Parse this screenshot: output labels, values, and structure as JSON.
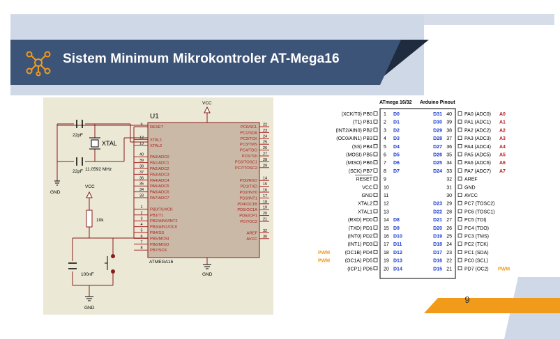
{
  "title": "Sistem Minimum Mikrokontroler AT-Mega16",
  "page_number": "9",
  "colors": {
    "title_band": "#3c5478",
    "accent_orange": "#f29a1a",
    "schematic_bg": "#ebe8d6",
    "ic_fill": "#c9b9a6",
    "pin_red": "#b21e1e",
    "pin_blue": "#1a3bd0"
  },
  "schematic": {
    "u1_label": "U1",
    "chip_name": "ATMEGA16",
    "vcc_labels": [
      "VCC",
      "VCC"
    ],
    "gnd_labels": [
      "GND",
      "GND",
      "GND"
    ],
    "crystal_label": "XTAL",
    "crystal_freq": "11.0592 MHz",
    "cap_labels": [
      "22pF",
      "22pF",
      "100nF"
    ],
    "resistor_label": "10k",
    "left_pins": [
      {
        "num": "9",
        "name": "RESET"
      },
      {
        "num": "12",
        "name": "XTAL1"
      },
      {
        "num": "13",
        "name": "XTAL2"
      },
      {
        "num": "40",
        "name": "PA0/ADC0"
      },
      {
        "num": "39",
        "name": "PA1/ADC1"
      },
      {
        "num": "38",
        "name": "PA2/ADC2"
      },
      {
        "num": "37",
        "name": "PA3/ADC3"
      },
      {
        "num": "36",
        "name": "PA4/ADC4"
      },
      {
        "num": "35",
        "name": "PA5/ADC5"
      },
      {
        "num": "34",
        "name": "PA6/ADC6"
      },
      {
        "num": "33",
        "name": "PA7/ADC7"
      },
      {
        "num": "1",
        "name": "PB0/T0/XCK"
      },
      {
        "num": "2",
        "name": "PB1/T1"
      },
      {
        "num": "3",
        "name": "PB2/AIN0/INT2"
      },
      {
        "num": "4",
        "name": "PB3/AIN1/OC0"
      },
      {
        "num": "5",
        "name": "PB4/SS"
      },
      {
        "num": "6",
        "name": "PB5/MOSI"
      },
      {
        "num": "7",
        "name": "PB6/MISO"
      },
      {
        "num": "8",
        "name": "PB7/SCK"
      }
    ],
    "right_pins": [
      {
        "num": "22",
        "name": "PC0/SCL"
      },
      {
        "num": "23",
        "name": "PC1/SDA"
      },
      {
        "num": "24",
        "name": "PC2/TCK"
      },
      {
        "num": "25",
        "name": "PC3/TMS"
      },
      {
        "num": "26",
        "name": "PC4/TDO"
      },
      {
        "num": "27",
        "name": "PC5/TDI"
      },
      {
        "num": "28",
        "name": "PC6/TOSC1"
      },
      {
        "num": "29",
        "name": "PC7/TOSC2"
      },
      {
        "num": "14",
        "name": "PD0/RXD"
      },
      {
        "num": "15",
        "name": "PD1/TXD"
      },
      {
        "num": "16",
        "name": "PD2/INT0"
      },
      {
        "num": "17",
        "name": "PD3/INT1"
      },
      {
        "num": "18",
        "name": "PD4/OC1B"
      },
      {
        "num": "19",
        "name": "PD5/OC1A"
      },
      {
        "num": "20",
        "name": "PD6/ICP1"
      },
      {
        "num": "21",
        "name": "PD7/OC2"
      },
      {
        "num": "32",
        "name": "AREF"
      },
      {
        "num": "30",
        "name": "AVCC"
      }
    ]
  },
  "pinout": {
    "header_left": "ATmega 16/32",
    "header_right": "Arduino Pinout",
    "left": [
      {
        "pre": "",
        "func": "(XCK/T0) PB0",
        "num": "1",
        "d": "D0"
      },
      {
        "pre": "",
        "func": "(T1) PB1",
        "num": "2",
        "d": "D1"
      },
      {
        "pre": "",
        "func": "(INT2/AIN0) PB2",
        "num": "3",
        "d": "D2"
      },
      {
        "pre": "",
        "func": "(OC0/AIN1) PB3",
        "num": "4",
        "d": "D3"
      },
      {
        "pre": "",
        "func": "(SS) PB4",
        "num": "5",
        "d": "D4"
      },
      {
        "pre": "",
        "func": "(MOSI) PB5",
        "num": "6",
        "d": "D5"
      },
      {
        "pre": "",
        "func": "(MISO) PB6",
        "num": "7",
        "d": "D6"
      },
      {
        "pre": "",
        "func": "(SCK) PB7",
        "num": "8",
        "d": "D7"
      },
      {
        "pre": "",
        "func": "RESET",
        "num": "9",
        "d": ""
      },
      {
        "pre": "",
        "func": "VCC",
        "num": "10",
        "d": ""
      },
      {
        "pre": "",
        "func": "GND",
        "num": "11",
        "d": ""
      },
      {
        "pre": "",
        "func": "XTAL2",
        "num": "12",
        "d": ""
      },
      {
        "pre": "",
        "func": "XTAL1",
        "num": "13",
        "d": ""
      },
      {
        "pre": "",
        "func": "(RXD) PD0",
        "num": "14",
        "d": "D8"
      },
      {
        "pre": "",
        "func": "(TXD) PD1",
        "num": "15",
        "d": "D9"
      },
      {
        "pre": "",
        "func": "(INT0) PD2",
        "num": "16",
        "d": "D10"
      },
      {
        "pre": "",
        "func": "(INT1) PD3",
        "num": "17",
        "d": "D11"
      },
      {
        "pre": "PWM",
        "func": "(OC1B) PD4",
        "num": "18",
        "d": "D12"
      },
      {
        "pre": "PWM",
        "func": "(OC1A) PD5",
        "num": "19",
        "d": "D13"
      },
      {
        "pre": "",
        "func": "(ICP1) PD6",
        "num": "20",
        "d": "D14"
      }
    ],
    "right": [
      {
        "d": "D31",
        "num": "40",
        "func": "PA0 (ADC0)",
        "a": "A0"
      },
      {
        "d": "D30",
        "num": "39",
        "func": "PA1 (ADC1)",
        "a": "A1"
      },
      {
        "d": "D29",
        "num": "38",
        "func": "PA2 (ADC2)",
        "a": "A2"
      },
      {
        "d": "D28",
        "num": "37",
        "func": "PA3 (ADC3)",
        "a": "A3"
      },
      {
        "d": "D27",
        "num": "36",
        "func": "PA4 (ADC4)",
        "a": "A4"
      },
      {
        "d": "D26",
        "num": "35",
        "func": "PA5 (ADC5)",
        "a": "A5"
      },
      {
        "d": "D25",
        "num": "34",
        "func": "PA6 (ADC6)",
        "a": "A6"
      },
      {
        "d": "D24",
        "num": "33",
        "func": "PA7 (ADC7)",
        "a": "A7"
      },
      {
        "d": "",
        "num": "32",
        "func": "AREF",
        "a": ""
      },
      {
        "d": "",
        "num": "31",
        "func": "GND",
        "a": ""
      },
      {
        "d": "",
        "num": "30",
        "func": "AVCC",
        "a": ""
      },
      {
        "d": "D23",
        "num": "29",
        "func": "PC7 (TOSC2)",
        "a": ""
      },
      {
        "d": "D22",
        "num": "28",
        "func": "PC6 (TOSC1)",
        "a": ""
      },
      {
        "d": "D21",
        "num": "27",
        "func": "PC5 (TDI)",
        "a": ""
      },
      {
        "d": "D20",
        "num": "26",
        "func": "PC4 (TDO)",
        "a": ""
      },
      {
        "d": "D19",
        "num": "25",
        "func": "PC3 (TMS)",
        "a": ""
      },
      {
        "d": "D18",
        "num": "24",
        "func": "PC2 (TCK)",
        "a": ""
      },
      {
        "d": "D17",
        "num": "23",
        "func": "PC1 (SDA)",
        "a": ""
      },
      {
        "d": "D16",
        "num": "22",
        "func": "PC0 (SCL)",
        "a": ""
      },
      {
        "d": "D15",
        "num": "21",
        "func": "PD7 (OC2)",
        "a": "PWM"
      }
    ]
  }
}
